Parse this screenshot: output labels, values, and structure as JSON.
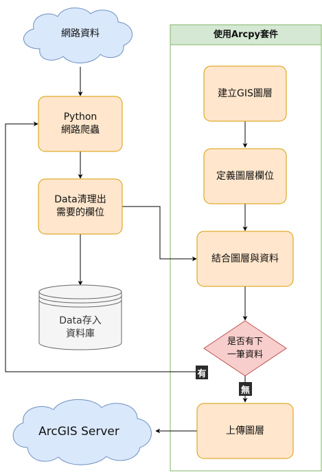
{
  "panel": {
    "title": "使用Arcpy套件"
  },
  "nodes": {
    "web_data": "網路資料",
    "python_crawler": "Python\n網路爬蟲",
    "data_clean": "Data清理出\n需要的欄位",
    "data_store": "Data存入\n資料庫",
    "build_layer": "建立GIS圖層",
    "define_fields": "定義圖層欄位",
    "join_layer": "結合圖層與資料",
    "decision": "是否有下\n一筆資料",
    "upload_layer": "上傳圖層",
    "arcgis_server": "ArcGIS Server"
  },
  "edge_labels": {
    "yes": "有",
    "no": "無"
  },
  "colors": {
    "process_fill": "#ffe6cc",
    "process_stroke": "#d79b00",
    "cloud_fill": "#dae8fc",
    "cloud_stroke": "#6c8ebf",
    "db_fill": "#f5f5f5",
    "db_stroke": "#666666",
    "decision_fill": "#f8cecc",
    "decision_stroke": "#b85450",
    "panel_header": "#d5e8d4",
    "panel_stroke": "#82b366",
    "edge": "#000000"
  }
}
